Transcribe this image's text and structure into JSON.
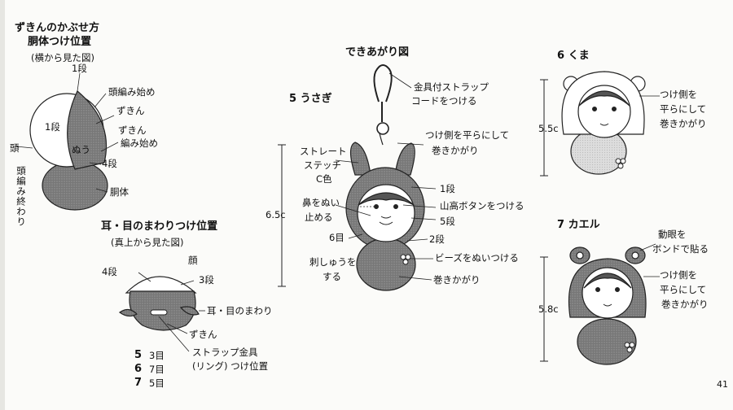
{
  "left": {
    "title": "ずきんのかぶせ方",
    "subtitle": "胴体つけ位置",
    "view": "(横から見た図)",
    "labels": {
      "row1": "1段",
      "hood_start": "頭編み始め",
      "hood": "ずきん",
      "row1b": "1段",
      "hood_knit_start_1": "ずきん",
      "hood_knit_start_2": "編み始め",
      "sew": "ぬう",
      "head": "頭",
      "row4": "4段",
      "head_end": "頭編み終わり",
      "body": "胴体"
    }
  },
  "ear": {
    "title": "耳・目のまわりつけ位置",
    "view": "(真上から見た図)",
    "labels": {
      "face": "顔",
      "row4": "4段",
      "row3": "3段",
      "around": "耳・目のまわり",
      "hood": "ずきん",
      "strap_1": "ストラップ金具",
      "strap_2": "(リング) つけ位置"
    },
    "rows": [
      {
        "num": "5",
        "val": "3目"
      },
      {
        "num": "6",
        "val": "7目"
      },
      {
        "num": "7",
        "val": "5目"
      }
    ]
  },
  "center": {
    "title": "できあがり図",
    "figure_label": "5 うさぎ",
    "height": "6.5c",
    "labels": {
      "strap_1": "金具付ストラップ",
      "strap_2": "コードをつける",
      "flat_1": "つけ側を平らにして",
      "flat_2": "巻きかがり",
      "straight_1": "ストレート",
      "straight_2": "ステッチ",
      "straight_3": "C色",
      "row1": "1段",
      "nose_1": "鼻をぬい",
      "nose_2": "止める",
      "button": "山高ボタンをつける",
      "row5": "5段",
      "eye6": "6目",
      "row2": "2段",
      "embroider_1": "刺しゅうを",
      "embroider_2": "する",
      "beads": "ビーズをぬいつける",
      "whip": "巻きかがり"
    }
  },
  "bear": {
    "title": "6 くま",
    "height": "5.5c",
    "label_1": "つけ側を",
    "label_2": "平らにして",
    "label_3": "巻きかがり"
  },
  "frog": {
    "title": "7 カエル",
    "height": "5.8c",
    "eye_1": "動眼を",
    "eye_2": "ボンドで貼る",
    "label_1": "つけ側を",
    "label_2": "平らにして",
    "label_3": "巻きかがり"
  },
  "page_number": "41"
}
